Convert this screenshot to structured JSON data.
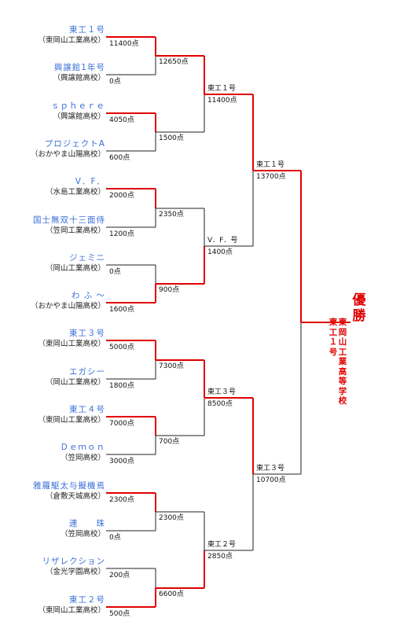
{
  "teams": [
    {
      "name": "東工１号",
      "school": "（東岡山工業高校）",
      "score": "11400点"
    },
    {
      "name": "興譲館1年号",
      "school": "（興譲館高校）",
      "score": "0点"
    },
    {
      "name": "ｓｐｈｅｒｅ",
      "school": "（興譲館高校）",
      "score": "4050点"
    },
    {
      "name": "プロジェクトA",
      "school": "（おかやま山陽高校）",
      "score": "600点"
    },
    {
      "name": "V．F．",
      "school": "（水島工業高校）",
      "score": "2000点"
    },
    {
      "name": "国士無双十三面侍",
      "school": "（笠岡工業高校）",
      "score": "1200点"
    },
    {
      "name": "ジェミニ",
      "school": "（岡山工業高校）",
      "score": "0点"
    },
    {
      "name": "わ ふ ～",
      "school": "（おかやま山陽高校）",
      "score": "1600点"
    },
    {
      "name": "東工３号",
      "school": "（東岡山工業高校）",
      "score": "5000点"
    },
    {
      "name": "エガシー",
      "school": "（岡山工業高校）",
      "score": "1800点"
    },
    {
      "name": "東工４号",
      "school": "（東岡山工業高校）",
      "score": "7000点"
    },
    {
      "name": "Ｄｅｍｏｎ",
      "school": "（笠岡高校）",
      "score": "3000点"
    },
    {
      "name": "雅羅駆太与擬機焉",
      "school": "（倉敷天城高校）",
      "score": "2300点"
    },
    {
      "name": "連　　珠",
      "school": "（笠岡高校）",
      "score": "0点"
    },
    {
      "name": "リザレクション",
      "school": "（金光学園高校）",
      "score": "200点"
    },
    {
      "name": "東工２号",
      "school": "（東岡山工業高校）",
      "score": "500点"
    }
  ],
  "round2_scores": [
    "12650点",
    "1500点",
    "2350点",
    "900点",
    "7300点",
    "700点",
    "2300点",
    "6600点"
  ],
  "round3": [
    {
      "name": "東工１号",
      "score": "11400点"
    },
    {
      "name": "V．F．号",
      "score": "1400点"
    },
    {
      "name": "東工３号",
      "score": "8500点"
    },
    {
      "name": "東工２号",
      "score": "2850点"
    }
  ],
  "semifinal": [
    {
      "name": "東工１号",
      "score": "13700点"
    },
    {
      "name": "東工３号",
      "score": "10700点"
    }
  ],
  "champion": {
    "label": "優勝",
    "team_chars": [
      "東",
      "工",
      "１",
      "号"
    ],
    "school_chars": [
      "東",
      "岡",
      "山",
      "工",
      "業",
      "高",
      "等",
      "学",
      "校"
    ]
  },
  "colors": {
    "win": "#e00000",
    "lose": "#222222",
    "team_name": "#3b6fd8"
  }
}
